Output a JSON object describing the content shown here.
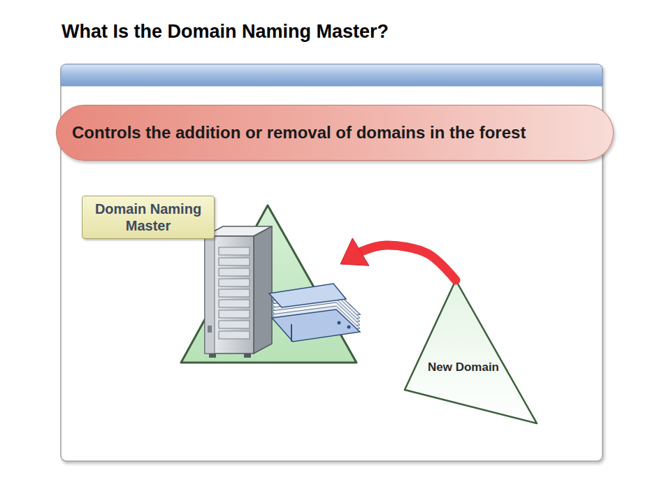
{
  "diagram": {
    "title": "What Is the Domain Naming Master?",
    "nodes": [
      {
        "text": [
          "Controls the addition or removal of domains in the forest"
        ]
      },
      {
        "text": [
          "Domain Naming Master"
        ]
      },
      {
        "text": [
          "New Domain"
        ]
      }
    ],
    "edges": [
      {
        "from": 2,
        "to": 1,
        "arrow": "to"
      }
    ]
  }
}
